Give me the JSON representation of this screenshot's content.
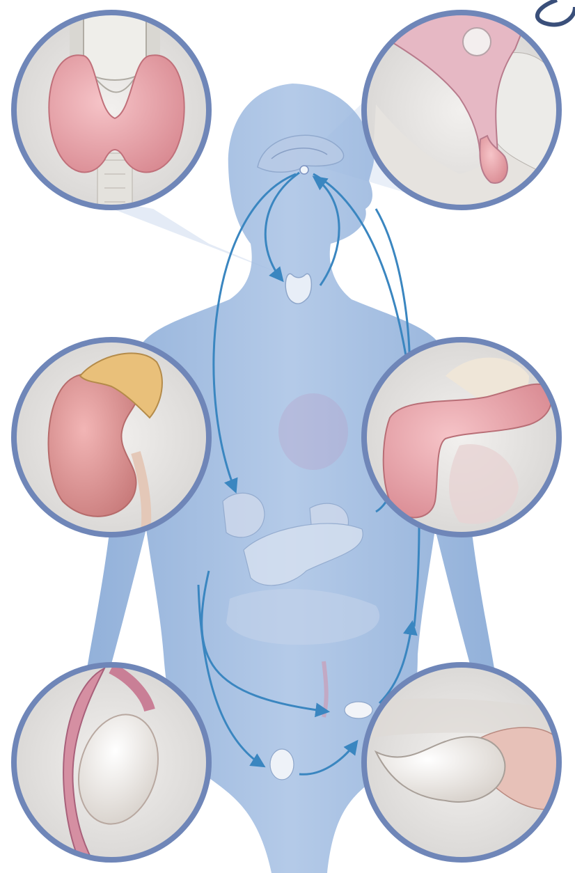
{
  "illustration": {
    "subject": "endocrine-system",
    "body_color": "#8fb0d8",
    "arrow_color": "#3a86c0",
    "inset_frame_color": "#6f86b8",
    "insets": [
      {
        "id": "thyroid",
        "icon": "thyroid-gland-icon"
      },
      {
        "id": "pituitary",
        "icon": "pituitary-gland-icon"
      },
      {
        "id": "adrenal-kidney",
        "icon": "adrenal-gland-icon"
      },
      {
        "id": "pancreas",
        "icon": "pancreas-icon"
      },
      {
        "id": "testis",
        "icon": "testis-icon"
      },
      {
        "id": "ovary",
        "icon": "ovary-icon"
      }
    ]
  }
}
